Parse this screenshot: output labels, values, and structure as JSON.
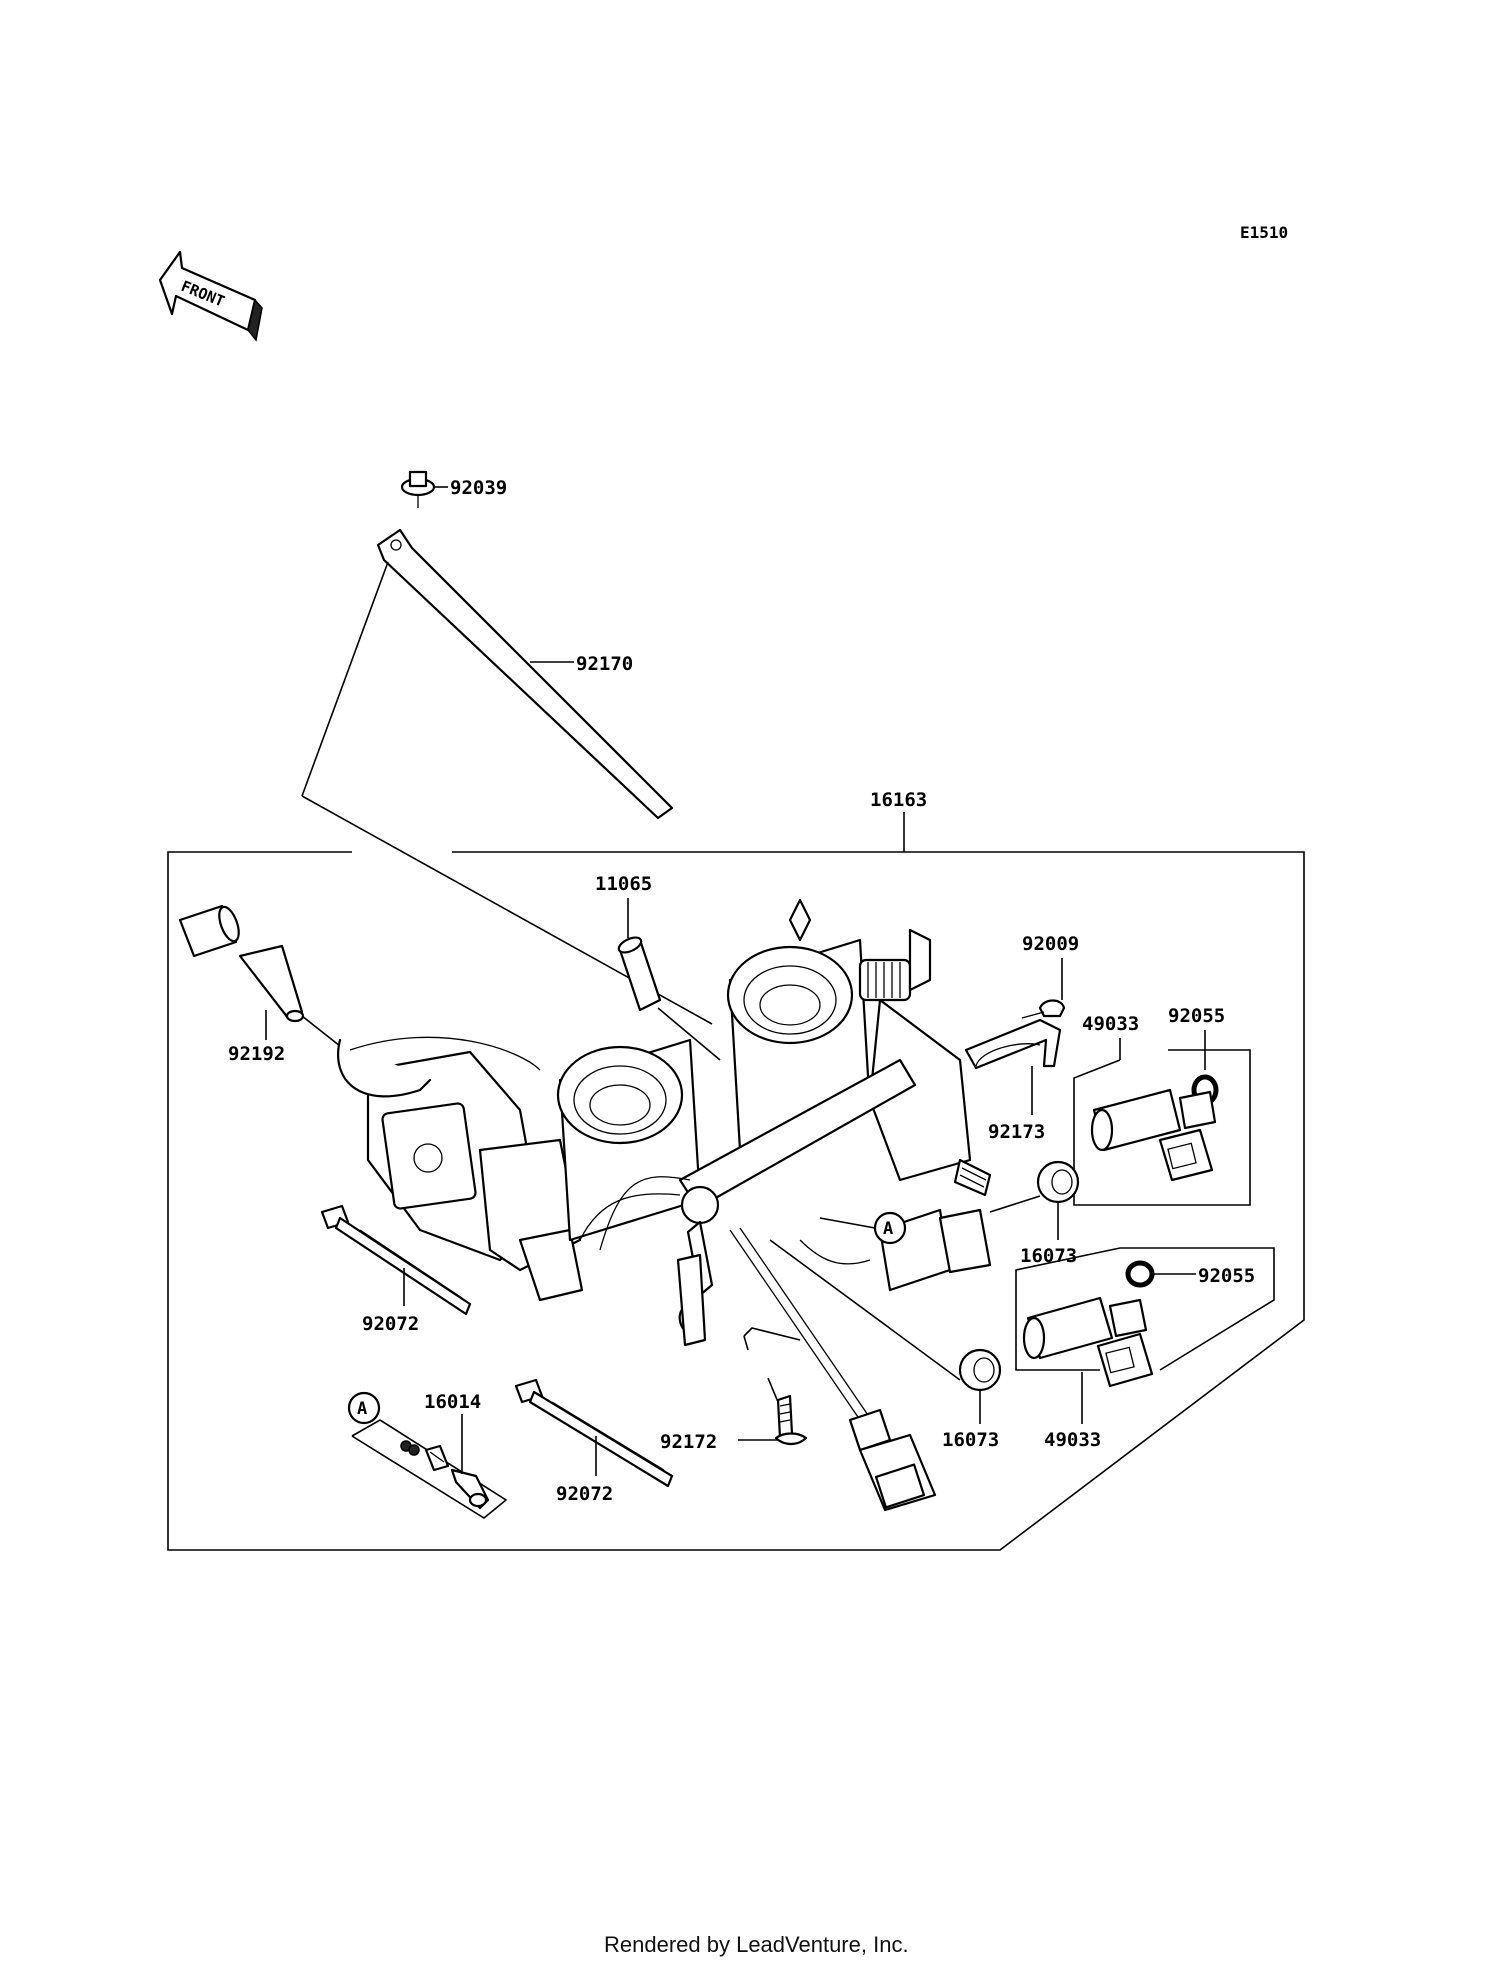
{
  "diagram_code": "E1510",
  "front_label": "FRONT",
  "footer": "Rendered by LeadVenture, Inc.",
  "callout_marker": "A",
  "parts": {
    "p92039": "92039",
    "p92170": "92170",
    "p16163": "16163",
    "p11065": "11065",
    "p92009": "92009",
    "p49033_top": "49033",
    "p92055_top": "92055",
    "p92192": "92192",
    "p92173": "92173",
    "p16073_top": "16073",
    "p92055_bottom": "92055",
    "p92072_left": "92072",
    "p16014": "16014",
    "p92172": "92172",
    "p16073_bottom": "16073",
    "p49033_bottom": "49033",
    "p92072_bottom": "92072"
  }
}
